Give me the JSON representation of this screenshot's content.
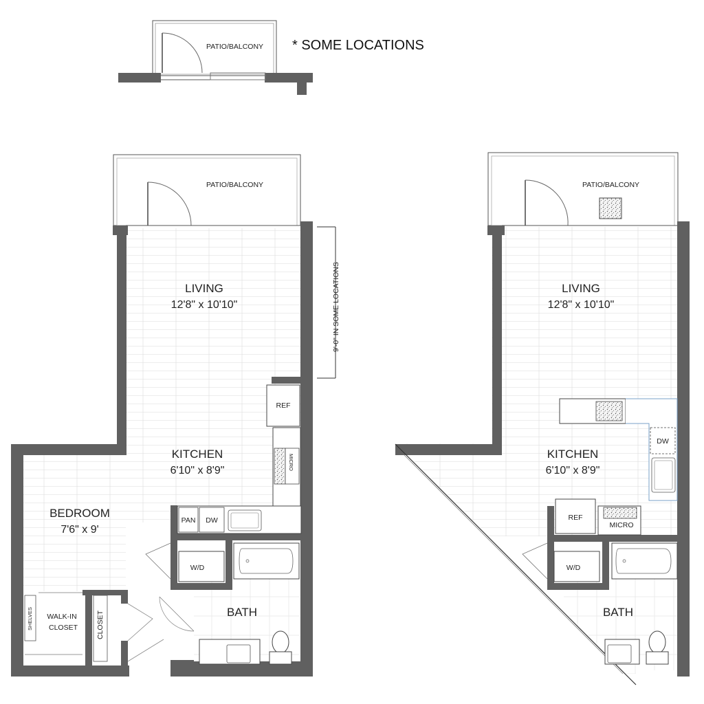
{
  "note": "* SOME LOCATIONS",
  "top_inset": {
    "label": "PATIO/BALCONY"
  },
  "plan_a": {
    "patio": "PATIO/BALCONY",
    "living": {
      "name": "LIVING",
      "dims": "12'8\" x 10'10\""
    },
    "kitchen": {
      "name": "KITCHEN",
      "dims": "6'10\" x 8'9\""
    },
    "bedroom": {
      "name": "BEDROOM",
      "dims": "7'6\" x 9'"
    },
    "bath": "BATH",
    "ref": "REF",
    "micro": "MICRO",
    "pan": "PAN",
    "dw": "DW",
    "wd": "W/D",
    "closet": "CLOSET",
    "walkin_line1": "WALK-IN",
    "walkin_line2": "CLOSET",
    "shelves": "SHELVES",
    "side_note": "9'-0\" IN SOME LOCATIONS"
  },
  "plan_b": {
    "patio": "PATIO/BALCONY",
    "living": {
      "name": "LIVING",
      "dims": "12'8\" x 10'10\""
    },
    "kitchen": {
      "name": "KITCHEN",
      "dims": "6'10\" x 8'9\""
    },
    "bath": "BATH",
    "ref": "REF",
    "micro": "MICRO",
    "dw": "DW",
    "wd": "W/D"
  },
  "colors": {
    "wall": "#606060",
    "line": "#444444",
    "floor_line": "#c8c8c8",
    "counter_edge": "#7aa0c8"
  }
}
